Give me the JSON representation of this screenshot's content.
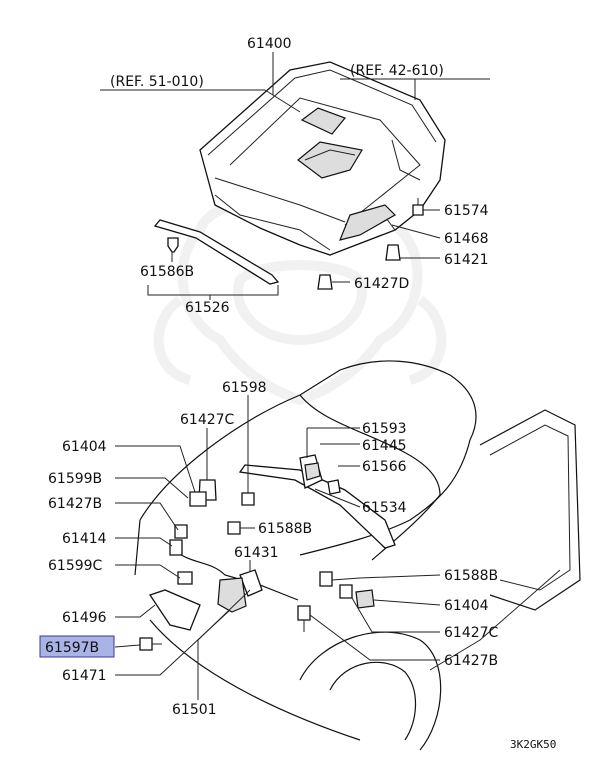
{
  "diagram": {
    "labels": {
      "p61400": "61400",
      "ref51": "(REF. 51-010)",
      "ref42": "(REF. 42-610)",
      "p61574": "61574",
      "p61468": "61468",
      "p61421": "61421",
      "p61586B": "61586B",
      "p61427D": "61427D",
      "p61526": "61526",
      "p61598": "61598",
      "p61427C_a": "61427C",
      "p61593": "61593",
      "p61404_a": "61404",
      "p61445": "61445",
      "p61566": "61566",
      "p61599B": "61599B",
      "p61427B_a": "61427B",
      "p61534": "61534",
      "p61588B_a": "61588B",
      "p61414": "61414",
      "p61431": "61431",
      "p61599C": "61599C",
      "p61588B_b": "61588B",
      "p61496": "61496",
      "p61404_b": "61404",
      "p61597B": "61597B",
      "p61427C_b": "61427C",
      "p61427B_b": "61427B",
      "p61471": "61471",
      "p61501": "61501",
      "code": "3K2GK50"
    },
    "highlight_color": "#a9b3e6",
    "highlight_border": "#3a3a9a"
  }
}
